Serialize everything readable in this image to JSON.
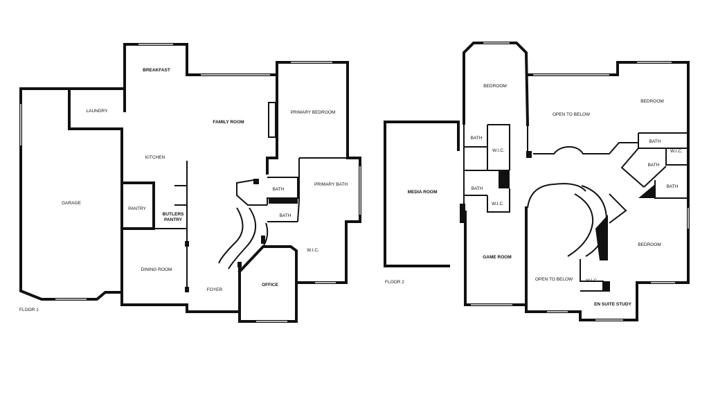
{
  "floor1": {
    "caption": "FLOOR 1",
    "rooms": {
      "breakfast": "BREAKFAST",
      "laundry": "LAUNDRY",
      "family_room": "FAMILY ROOM",
      "primary_bedroom": "PRIMARY BEDROOM",
      "kitchen": "KITCHEN",
      "garage": "GARAGE",
      "pantry": "PANTRY",
      "butlers_pantry": "BUTLERS\nPANTRY",
      "bath": "BATH",
      "primary_bath": "PRIMARY BATH",
      "bath_small": "BATH",
      "wic": "W.I.C.",
      "dining_room": "DINING ROOM",
      "foyer": "FOYER",
      "office": "OFFICE"
    }
  },
  "floor2": {
    "caption": "FLOOR 2",
    "rooms": {
      "bedroom_top": "BEDROOM",
      "open_to_below_top": "OPEN TO BELOW",
      "bedroom_right": "BEDROOM",
      "bath_a": "BATH",
      "wic_a": "W.I.C.",
      "bath_right_1": "BATH",
      "wic_right": "W.I.C.",
      "bath_right_2": "BATH",
      "media_room": "MEDIA ROOM",
      "bath_b": "BATH",
      "wic_b": "W.I.C.",
      "bath_right_3": "BATH",
      "bedroom_lower": "BEDROOM",
      "game_room": "GAME ROOM",
      "open_to_below_bottom": "OPEN TO BELOW",
      "wic_c": "W.I.C.",
      "en_suite_study": "EN SUITE STUDY"
    }
  }
}
